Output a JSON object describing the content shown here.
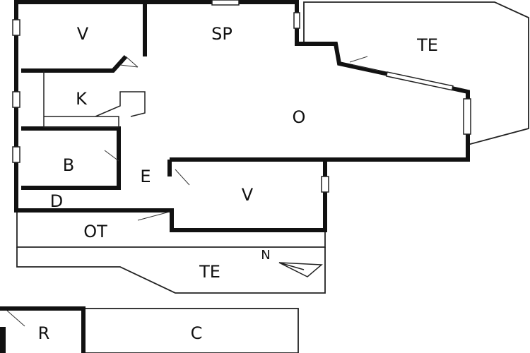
{
  "floor_plan": {
    "rooms": {
      "bedroom_top_left": "V",
      "pantry": "SP",
      "terrace_right": "TE",
      "kitchen": "K",
      "living": "O",
      "bathroom": "B",
      "hall": "E",
      "bedroom_center": "V",
      "d_room": "D",
      "ot_area": "OT",
      "terrace_bottom": "TE",
      "r_room": "R",
      "c_room": "C"
    },
    "compass": {
      "label": "N",
      "icon": "north-arrow-icon"
    }
  }
}
